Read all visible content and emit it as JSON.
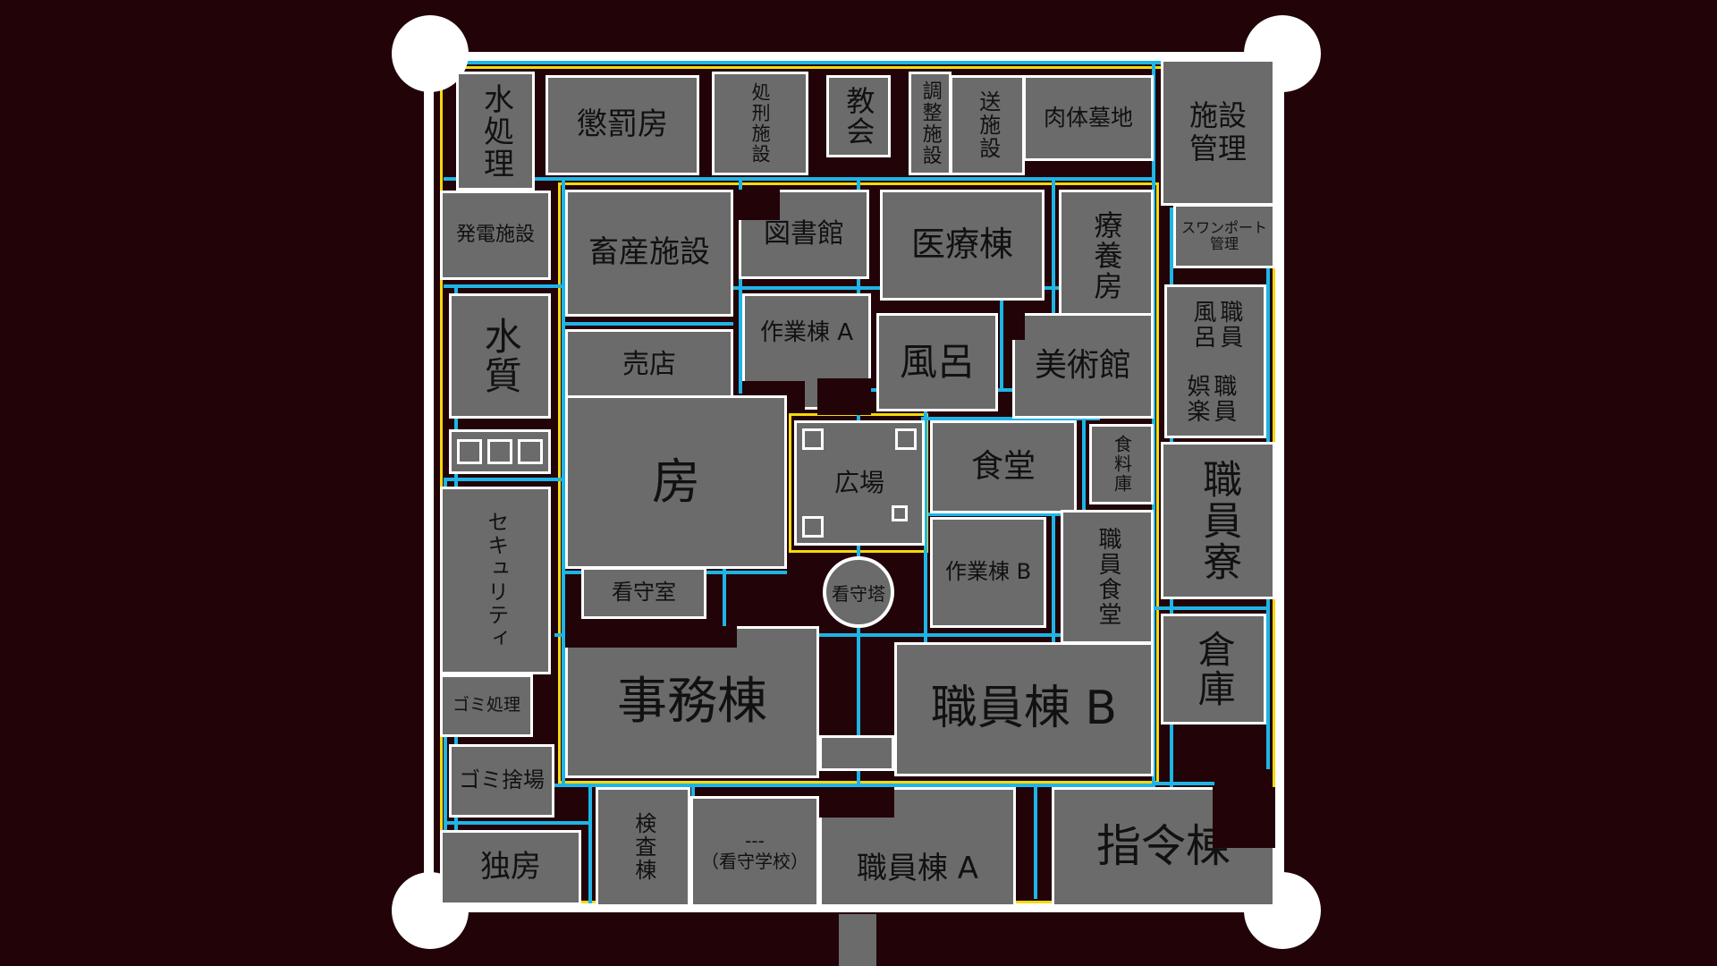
{
  "colors": {
    "background": "#220308",
    "wall": "#ffffff",
    "room": "#6b6b6b",
    "corridor": "#1fb4e6",
    "fence": "#f5d90a"
  },
  "rooms": {
    "water_treatment": "水処理",
    "punishment": "懲罰房",
    "execution": "処刑施設",
    "church": "教会",
    "adjustment": "調整施設",
    "transfer": "送施設",
    "flesh_grave": "肉体墓地",
    "facility_mgmt": "施設管理",
    "power": "発電施設",
    "livestock": "畜産施設",
    "library": "図書館",
    "medical": "医療棟",
    "sanatorium": "療養房",
    "spawn_mgmt": "スワンポート管理",
    "water_quality": "水質",
    "shop": "売店",
    "workshop_a": "作業棟 A",
    "bath": "風呂",
    "museum": "美術館",
    "staff_recreation": "職員娯楽",
    "staff_bath": "職員風呂",
    "cell": "房",
    "plaza": "広場",
    "canteen": "食堂",
    "food_store": "食料庫",
    "staff_dorm": "職員寮",
    "security": "セキュリティ",
    "guard_room": "看守室",
    "watch_tower": "看守塔",
    "workshop_b": "作業棟 B",
    "staff_canteen": "職員食堂",
    "warehouse": "倉庫",
    "office": "事務棟",
    "staff_b": "職員棟 B",
    "garbage_proc": "ゴミ処理",
    "garbage_dump": "ゴミ捨場",
    "solitary": "独房",
    "inspection": "検査棟",
    "guard_school_dash": "---",
    "guard_school": "（看守学校）",
    "staff_a": "職員棟 A",
    "command": "指令棟"
  }
}
